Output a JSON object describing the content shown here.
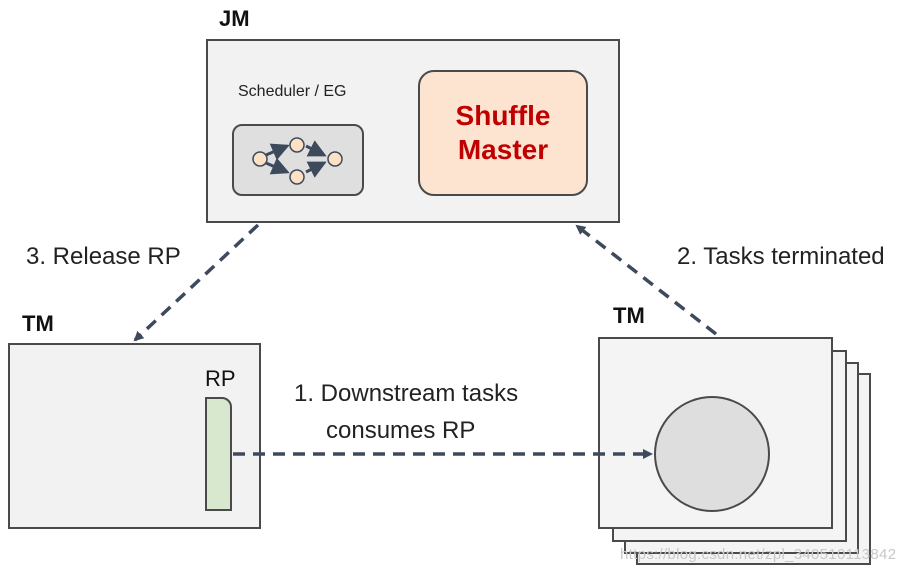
{
  "jm": {
    "title": "JM",
    "scheduler_label": "Scheduler / EG",
    "shuffle_line1": "Shuffle",
    "shuffle_line2": "Master"
  },
  "tm_left": {
    "title": "TM",
    "rp_label": "RP"
  },
  "tm_right": {
    "title": "TM"
  },
  "edges": {
    "release": "3. Release RP",
    "terminated": "2. Tasks terminated",
    "consume_line1": "1. Downstream tasks",
    "consume_line2": "consumes RP"
  },
  "watermark": "https://blog.csdn.net/zpl_340510113842",
  "colors": {
    "box_fill": "#f2f2f2",
    "shuffle_fill": "#fce4d0",
    "shuffle_text": "#c00000",
    "rp_fill": "#d8e8cf",
    "arrow": "#3d4a5c",
    "graph_node": "#fde1c4"
  }
}
